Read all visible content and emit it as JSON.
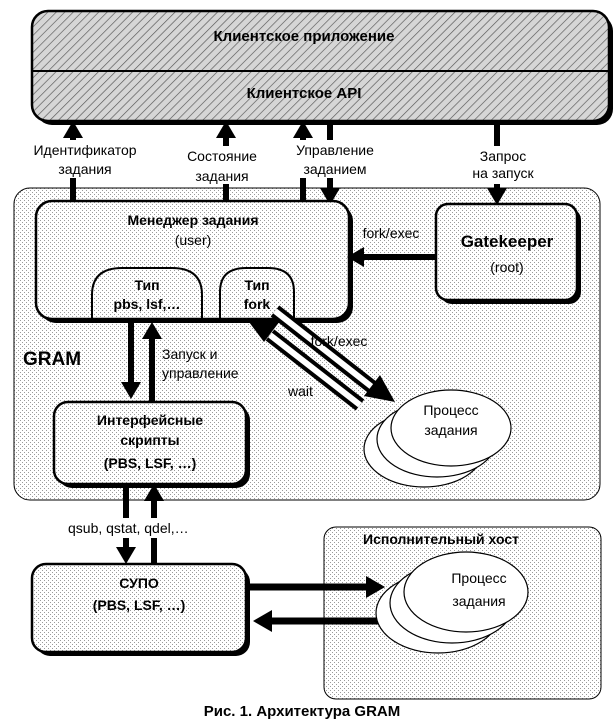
{
  "client": {
    "app_label": "Клиентское приложение",
    "api_label": "Клиентское API"
  },
  "interface": {
    "job_id_line1": "Идентификатор",
    "job_id_line2": "задания",
    "job_state_line1": "Состояние",
    "job_state_line2": "задания",
    "job_control_line1": "Управление",
    "job_control_line2": "заданием",
    "launch_request_line1": "Запрос",
    "launch_request_line2": "на запуск"
  },
  "gram": {
    "label": "GRAM",
    "job_manager_title": "Менеджер задания",
    "job_manager_sub": "(user)",
    "type_pbs_line1": "Тип",
    "type_pbs_line2": "pbs, lsf,…",
    "type_fork_line1": "Тип",
    "type_fork_line2": "fork",
    "gatekeeper_title": "Gatekeeper",
    "gatekeeper_sub": "(root)",
    "fork_exec_top": "fork/exec",
    "fork_exec_diag": "fork/exec",
    "wait_label": "wait",
    "launch_control_line1": "Запуск и",
    "launch_control_line2": "управление",
    "scripts_line1": "Интерфейсные",
    "scripts_line2": "скрипты",
    "scripts_line3": "(PBS, LSF, …)",
    "process_line1": "Процесс",
    "process_line2": "задания"
  },
  "batch": {
    "commands_label": "qsub, qstat, qdel,…",
    "supo_line1": "СУПО",
    "supo_line2": "(PBS, LSF, …)"
  },
  "exec_host": {
    "title": "Исполнительный хост",
    "process_line1": "Процесс",
    "process_line2": "задания"
  },
  "caption": "Рис. 1. Архитектура GRAM"
}
